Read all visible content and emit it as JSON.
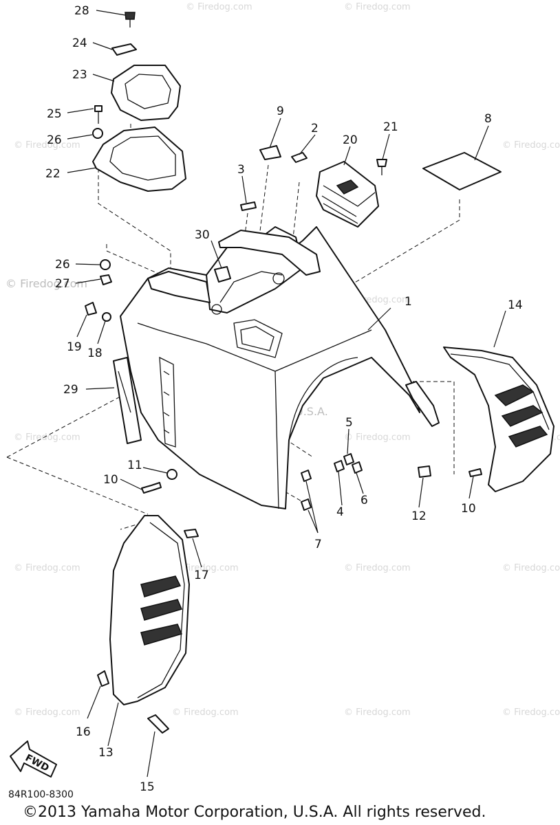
{
  "watermark": "© Firedog.com",
  "center_watermark": "Yamaha Motor Corp, U.S.A.",
  "fwd_label": "FWD",
  "diagram_code": "84R100-8300",
  "copyright": "©2013 Yamaha Motor Corporation, U.S.A. All rights reserved.",
  "callouts": [
    "28",
    "24",
    "23",
    "25",
    "26",
    "22",
    "9",
    "21",
    "8",
    "2",
    "20",
    "3",
    "30",
    "26",
    "27",
    "1",
    "14",
    "19",
    "18",
    "29",
    "5",
    "11",
    "10",
    "6",
    "4",
    "12",
    "10",
    "7",
    "17",
    "16",
    "13",
    "15"
  ]
}
